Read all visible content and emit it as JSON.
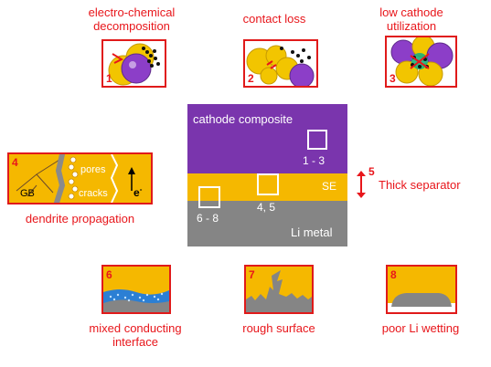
{
  "captions": {
    "p1": [
      "electro-chemical",
      "decomposition"
    ],
    "p2": "contact loss",
    "p3": [
      "low cathode",
      "utilization"
    ],
    "p4": "dendrite propagation",
    "p5": "Thick separator",
    "p6": [
      "mixed conducting",
      "interface"
    ],
    "p7": "rough surface",
    "p8": "poor Li wetting"
  },
  "numbers": {
    "n1": "1",
    "n2": "2",
    "n3": "3",
    "n4": "4",
    "n5": "5",
    "n6": "6",
    "n7": "7",
    "n8": "8"
  },
  "center": {
    "cathode_label": "cathode composite",
    "se_label": "SE",
    "li_label": "Li metal",
    "box_1_3": "1 - 3",
    "box_4_5": "4, 5",
    "box_6_8": "6 - 8"
  },
  "panel4": {
    "gb": "GB",
    "pores": "pores",
    "cracks": "cracks",
    "electron": "e",
    "electron_sup": "-"
  },
  "colors": {
    "red": "#e8161b",
    "purple": "#7a35ad",
    "yellow": "#f5b800",
    "gray": "#808080"
  }
}
